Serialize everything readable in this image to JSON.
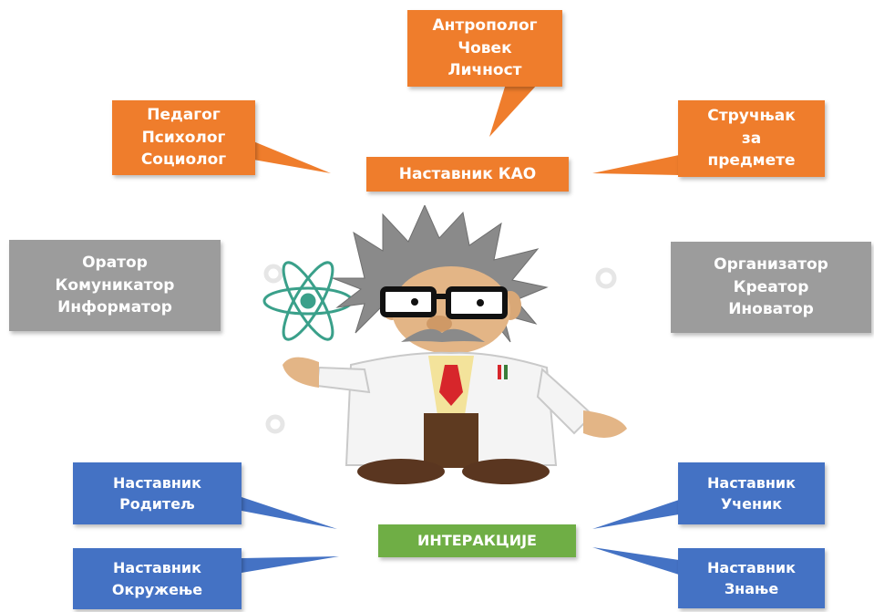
{
  "colors": {
    "orange": "#ef7d2c",
    "gray": "#9c9c9c",
    "blue": "#4472c4",
    "green": "#6fae45",
    "atom": "#3aa08a"
  },
  "center": {
    "label": "Наставник КАО"
  },
  "top_box": {
    "lines": [
      "Антрополог",
      "Човек",
      "Личност"
    ]
  },
  "left_top_box": {
    "lines": [
      "Педагог",
      "Психолог",
      "Социолог"
    ]
  },
  "right_top_box": {
    "lines": [
      "Стручњак",
      "за",
      "предмете"
    ]
  },
  "left_mid_box": {
    "lines": [
      "Оратор",
      "Комуникатор",
      "Информатор"
    ]
  },
  "right_mid_box": {
    "lines": [
      "Организатор",
      "Креатор",
      "Иноватор"
    ]
  },
  "interaction": {
    "label": "ИНТЕРАКЦИЈЕ"
  },
  "blue_boxes": {
    "top_left": {
      "lines": [
        "Наставник",
        "Родитељ"
      ]
    },
    "bottom_left": {
      "lines": [
        "Наставник",
        "Окружење"
      ]
    },
    "top_right": {
      "lines": [
        "Наставник",
        "Ученик"
      ]
    },
    "bottom_right": {
      "lines": [
        "Наставник",
        "Знање"
      ]
    }
  },
  "illustration": {
    "icon": "scientist-teacher-illustration",
    "atom_icon": "atom-icon"
  }
}
